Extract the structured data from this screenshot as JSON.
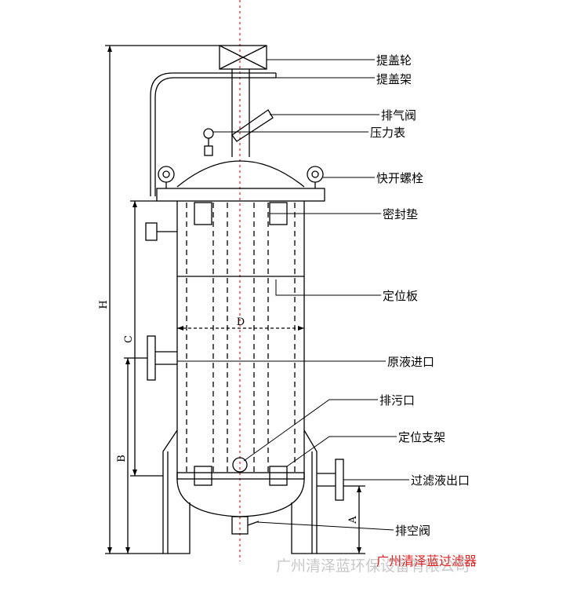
{
  "labels": {
    "lid_wheel": "提盖轮",
    "lid_frame": "提盖架",
    "vent_valve": "排气阀",
    "pressure_gauge": "压力表",
    "quick_bolt": "快开螺栓",
    "gasket": "密封垫",
    "positioning_plate": "定位板",
    "inlet": "原液进口",
    "sewage_outlet": "排污口",
    "positioning_bracket": "定位支架",
    "filtrate_outlet": "过滤液出口",
    "drain_valve": "排空阀"
  },
  "dimensions": {
    "H": "H",
    "C": "C",
    "B": "B",
    "A": "A",
    "D": "D"
  },
  "caption": "广州清泽蓝过滤器",
  "watermark": "广州清泽蓝环保设备有限公司",
  "colors": {
    "line": "#000000",
    "axis": "#e0303a",
    "caption": "#e02020",
    "watermark": "#c8c8c8"
  }
}
